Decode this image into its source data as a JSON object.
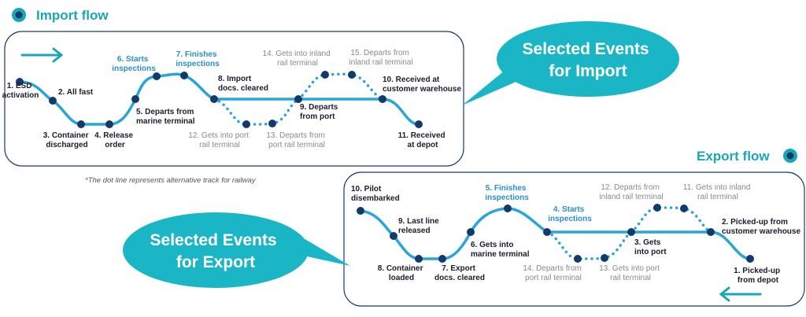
{
  "colors": {
    "track": "#29a6d9",
    "node_fill": "#123a6b",
    "accent": "#18a7b6",
    "bubble": "#1bb6c6",
    "frame": "#1a3b6b",
    "gray_text": "#8a8a8a",
    "blue_text": "#2a8fc9"
  },
  "note": "*The dot line represents alternative track for railway",
  "import": {
    "title": "Import flow",
    "bubble": [
      "Selected Events",
      "for Import"
    ],
    "events": [
      [
        "1. ESD",
        "activation"
      ],
      [
        "2. All fast"
      ],
      [
        "3. Container",
        "discharged"
      ],
      [
        "4. Release",
        "order"
      ],
      [
        "5. Departs from",
        "marine terminal"
      ],
      [
        "6. Starts",
        "inspections"
      ],
      [
        "7. Finishes",
        "inspections"
      ],
      [
        "8. Import",
        "docs. cleared"
      ],
      [
        "9. Departs",
        "from port"
      ],
      [
        "10. Received at",
        "customer warehouse"
      ],
      [
        "11. Received",
        "at depot"
      ],
      [
        "12. Gets into port",
        "rail terminal"
      ],
      [
        "13. Departs from",
        "port rail terminal"
      ],
      [
        "14. Gets into inland",
        "rail terminal"
      ],
      [
        "15. Departs from",
        "inland rail terminal"
      ]
    ]
  },
  "export": {
    "title": "Export flow",
    "bubble": [
      "Selected Events",
      "for Export"
    ],
    "events": [
      [
        "1. Picked-up",
        "from depot"
      ],
      [
        "2. Picked-up from",
        "customer warehouse"
      ],
      [
        "3. Gets",
        "into port"
      ],
      [
        "4. Starts",
        "inspections"
      ],
      [
        "5. Finishes",
        "inspections"
      ],
      [
        "6. Gets into",
        "marine terminal"
      ],
      [
        "7. Export",
        "docs. cleared"
      ],
      [
        "8. Container",
        "loaded"
      ],
      [
        "9. Last line",
        "released"
      ],
      [
        "10. Pilot",
        "disembarked"
      ],
      [
        "11. Gets into inland",
        "rail terminal"
      ],
      [
        "12. Departs from",
        "inland rail terminal"
      ],
      [
        "13. Gets into port",
        "rail terminal"
      ],
      [
        "14. Departs from",
        "port rail terminal"
      ]
    ]
  }
}
